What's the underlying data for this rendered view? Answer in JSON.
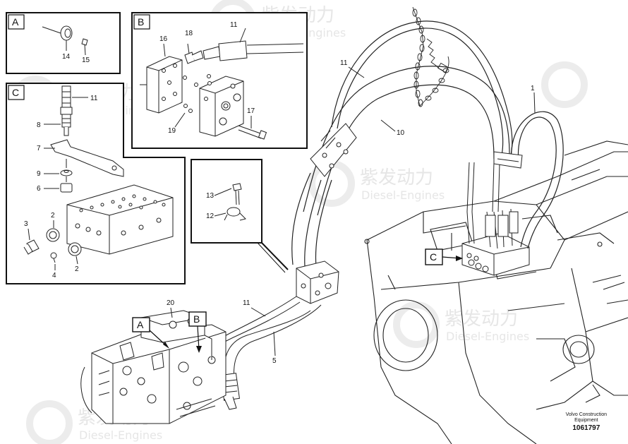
{
  "watermark": {
    "cn": "紫发动力",
    "en": "Diesel-Engines"
  },
  "insets": {
    "A": {
      "letter": "A",
      "parts": [
        "14",
        "15"
      ]
    },
    "B": {
      "letter": "B",
      "parts": [
        "16",
        "18",
        "11",
        "17",
        "19"
      ]
    },
    "C": {
      "letter": "C",
      "parts": [
        "11",
        "8",
        "7",
        "9",
        "6",
        "3",
        "2",
        "4",
        "2"
      ]
    },
    "detail": {
      "parts": [
        "13",
        "12"
      ]
    }
  },
  "main_labels": {
    "l11_top": "11",
    "l10": "10",
    "l1": "1",
    "l20": "20",
    "l11_bottom": "11",
    "l5": "5",
    "callout_A": "A",
    "callout_B": "B",
    "callout_C": "C"
  },
  "footer": {
    "line1": "Volvo Construction",
    "line2": "Equipment",
    "part_number": "1061797"
  }
}
